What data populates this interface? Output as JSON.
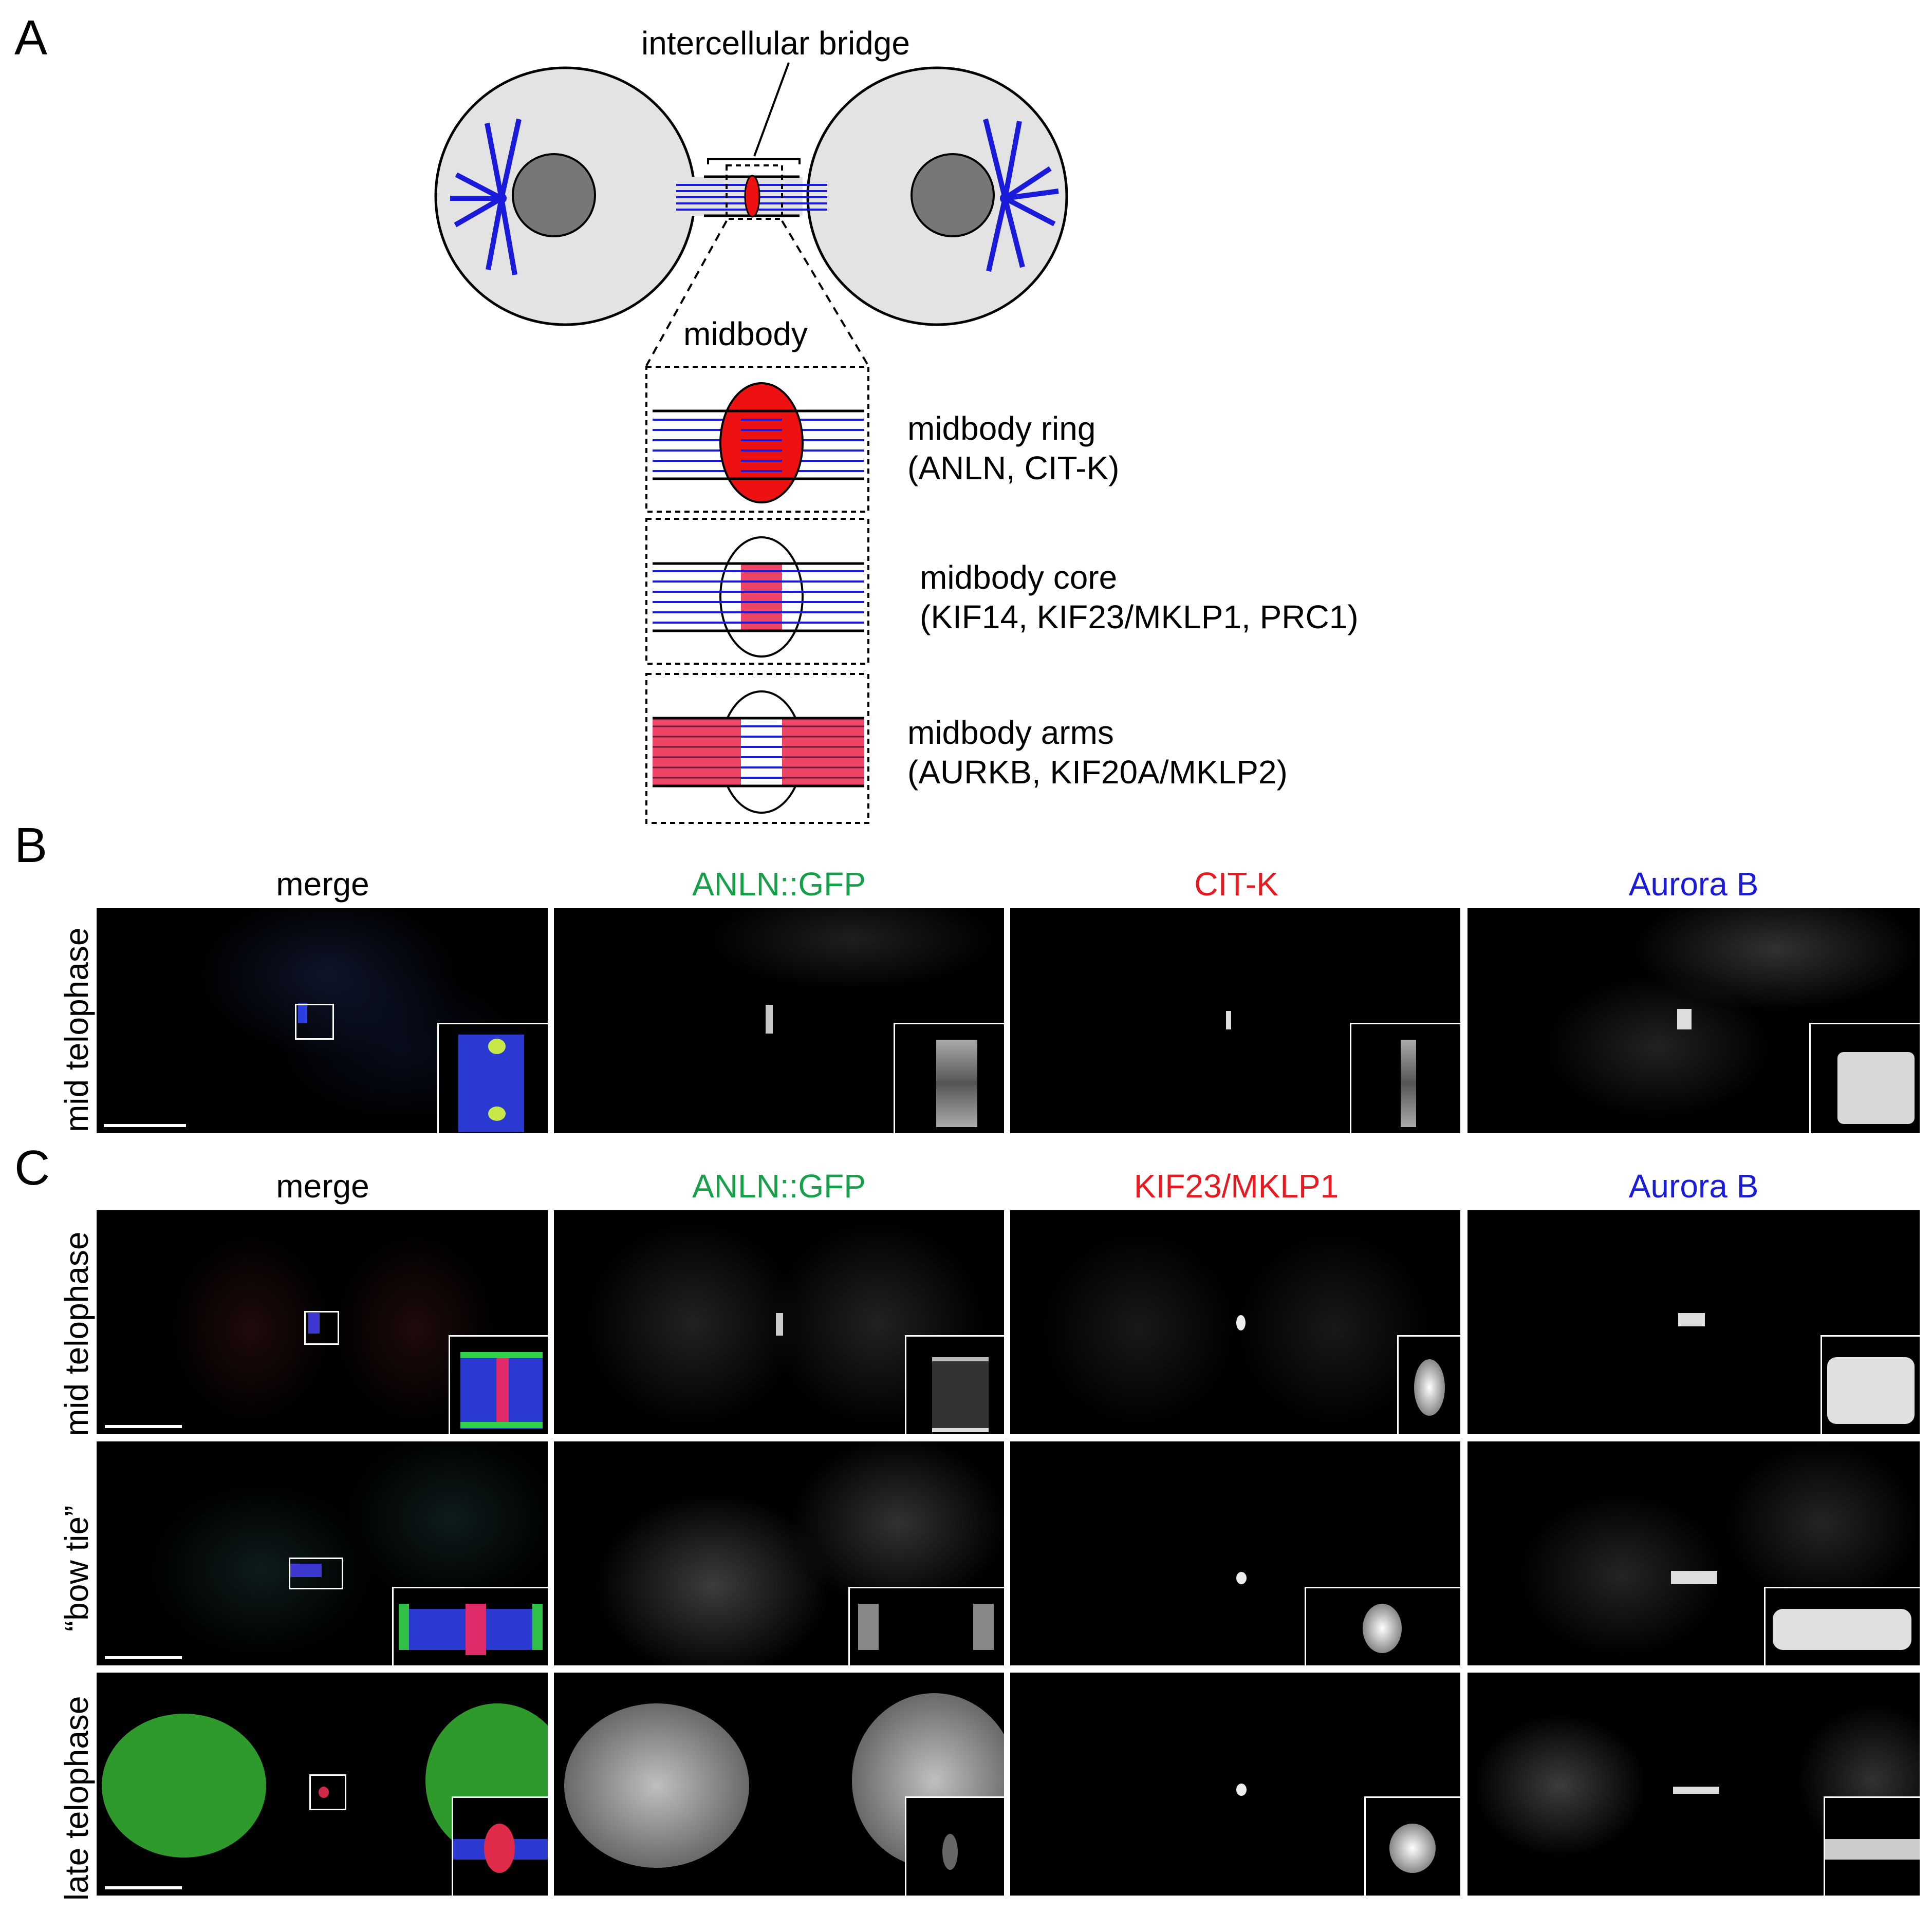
{
  "panel_letters": {
    "a": "A",
    "b": "B",
    "c": "C"
  },
  "schematic": {
    "bridge_label": "intercellular bridge",
    "midbody_label": "midbody",
    "zooms": [
      {
        "line1": "midbody ring",
        "line2": "(ANLN, CIT-K)"
      },
      {
        "line1": "midbody core",
        "line2": "(KIF14, KIF23/MKLP1, PRC1)"
      },
      {
        "line1": "midbody arms",
        "line2": "(AURKB, KIF20A/MKLP2)"
      }
    ],
    "colors": {
      "cell": "#e3e3e3",
      "nucleus": "#777777",
      "microtubule": "#1a1adb",
      "marker": "#ee1111",
      "marker_light": "#ee4466"
    }
  },
  "panel_b": {
    "columns": [
      {
        "label": "merge",
        "color": "#000000"
      },
      {
        "label": "ANLN::GFP",
        "color": "#17a04a"
      },
      {
        "label": "CIT-K",
        "color": "#e8191f"
      },
      {
        "label": "Aurora B",
        "color": "#1a1adb"
      }
    ],
    "rows": [
      {
        "label": "mid telophase"
      }
    ]
  },
  "panel_c": {
    "columns": [
      {
        "label": "merge",
        "color": "#000000"
      },
      {
        "label": "ANLN::GFP",
        "color": "#17a04a"
      },
      {
        "label": "KIF23/MKLP1",
        "color": "#e8191f"
      },
      {
        "label": "Aurora B",
        "color": "#1a1adb"
      }
    ],
    "rows": [
      {
        "label": "mid telophase"
      },
      {
        "label": "“bow tie”"
      },
      {
        "label": "late telophase"
      }
    ]
  }
}
